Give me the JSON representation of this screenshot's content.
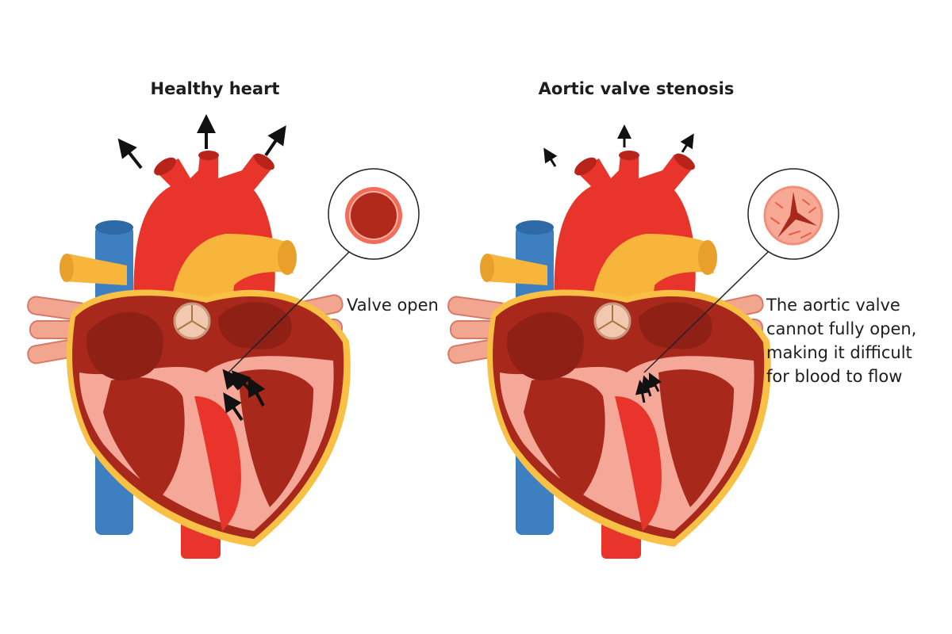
{
  "panels": [
    {
      "title": "Healthy heart",
      "label_lines": [
        "Valve open"
      ]
    },
    {
      "title": "Aortic valve stenosis",
      "label_lines": [
        "The aortic valve",
        "cannot fully open,",
        "making it difficult",
        "for blood to flow"
      ]
    }
  ],
  "colors": {
    "aorta": "#e8342a",
    "vena_cava": "#3d7fc1",
    "pulmonary": "#f7b53b",
    "myocardium": "#a8291c",
    "interior": "#f6a898",
    "valve_ring": "#f46c58"
  }
}
